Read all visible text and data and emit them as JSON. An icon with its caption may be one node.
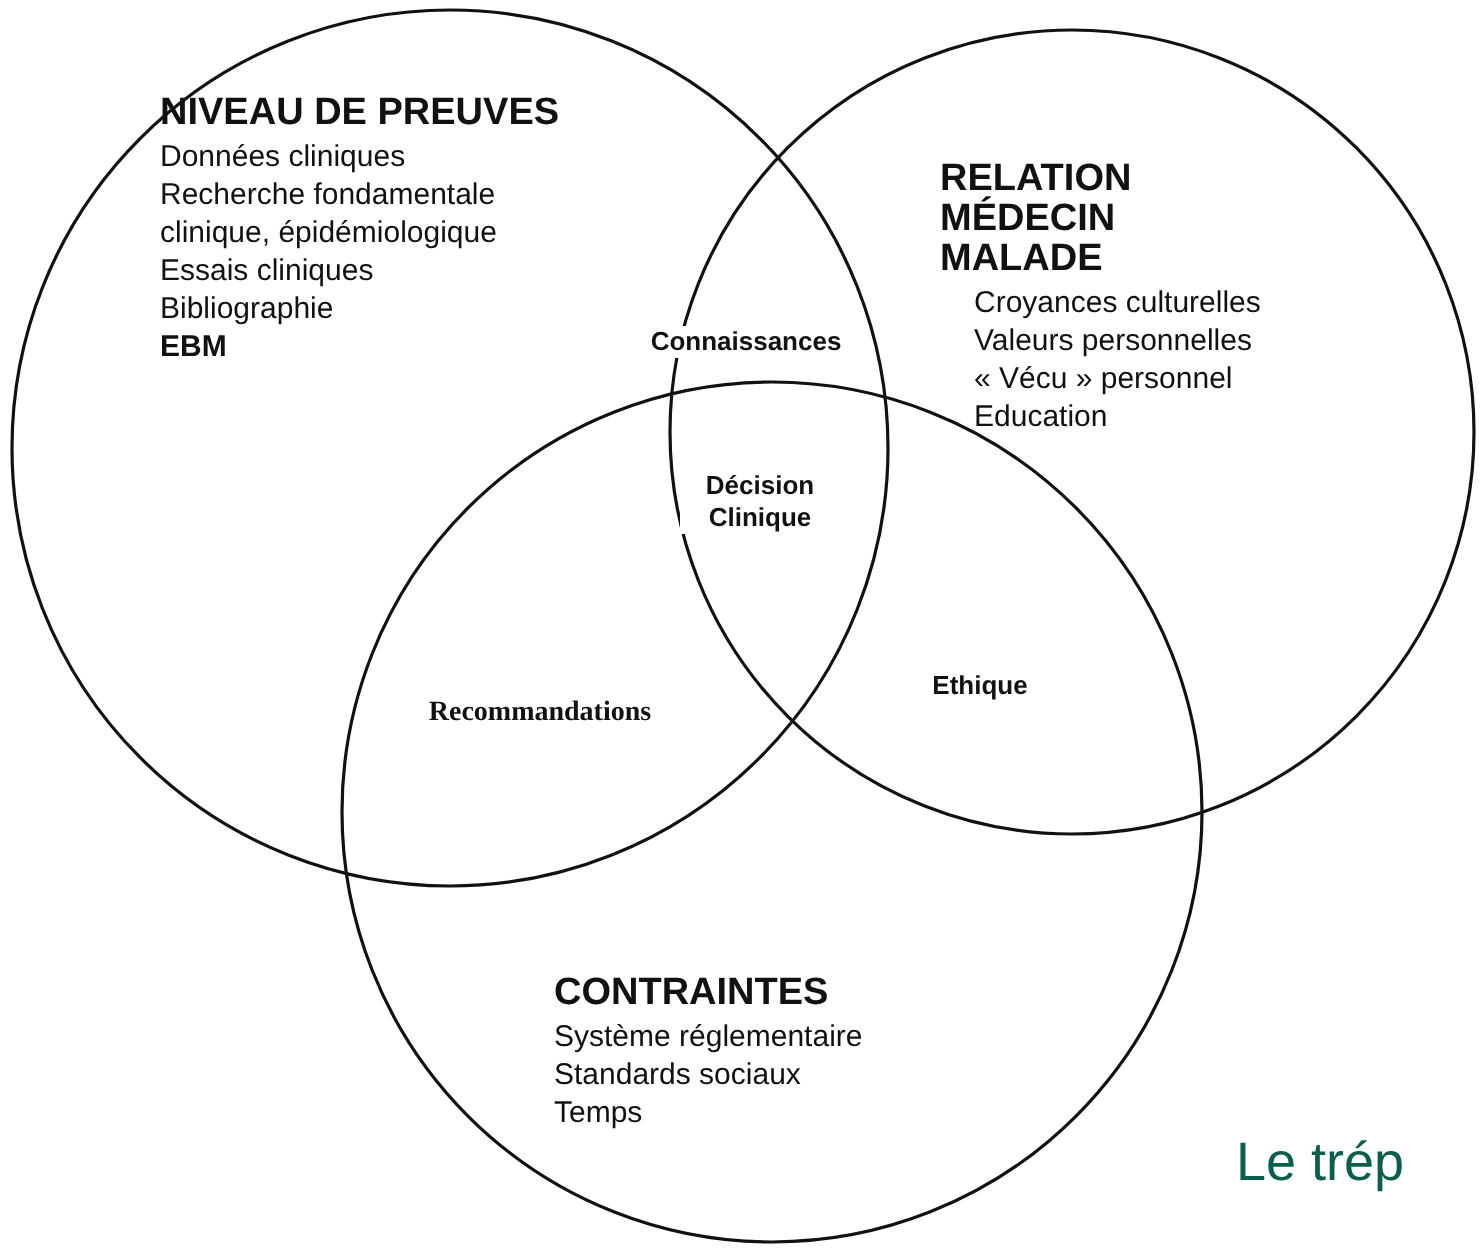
{
  "diagram": {
    "nodes": [
      {
        "text": [
          "NIVEAU DE PREUVES",
          "Données cliniques",
          "Recherche fondamentale clinique, épidémiologique",
          "Essais cliniques",
          "Bibliographie",
          "**EBM**"
        ]
      },
      {
        "text": [
          "RELATION MÉDECIN MALADE",
          "Croyances culturelles",
          "Valeurs personnelles",
          "« Vécu » personnel",
          "Education"
        ]
      },
      {
        "text": [
          "CONTRAINTES",
          "Système réglementaire",
          "Standards sociaux",
          "Temps"
        ]
      }
    ],
    "labels": [
      "Connaissances",
      "Décision Clinique",
      "Recommandations",
      "Ethique",
      "Le trép"
    ]
  }
}
